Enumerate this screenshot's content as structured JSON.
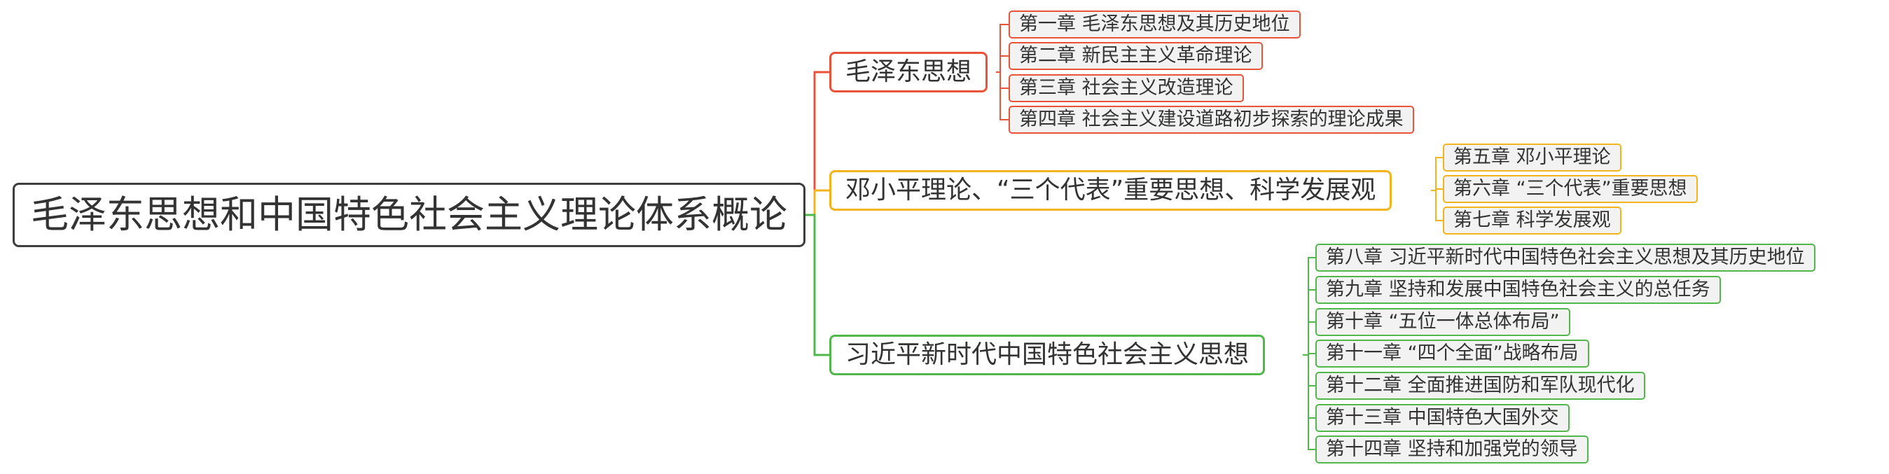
{
  "root": {
    "label": "毛泽东思想和中国特色社会主义理论体系概论"
  },
  "colors": {
    "root": "#3d3d3d",
    "red": "#e8533a",
    "yellow": "#f2b31b",
    "green": "#52b74a"
  },
  "branches": [
    {
      "label": "毛泽东思想",
      "chapters": [
        "第一章 毛泽东思想及其历史地位",
        "第二章 新民主主义革命理论",
        "第三章 社会主义改造理论",
        "第四章 社会主义建设道路初步探索的理论成果"
      ]
    },
    {
      "label": "邓小平理论、“三个代表”重要思想、科学发展观",
      "chapters": [
        "第五章 邓小平理论",
        "第六章 “三个代表”重要思想",
        "第七章 科学发展观"
      ]
    },
    {
      "label": "习近平新时代中国特色社会主义思想",
      "chapters": [
        "第八章 习近平新时代中国特色社会主义思想及其历史地位",
        "第九章 坚持和发展中国特色社会主义的总任务",
        "第十章 “五位一体总体布局”",
        "第十一章 “四个全面”战略布局",
        "第十二章 全面推进国防和军队现代化",
        "第十三章 中国特色大国外交",
        "第十四章 坚持和加强党的领导"
      ]
    }
  ]
}
